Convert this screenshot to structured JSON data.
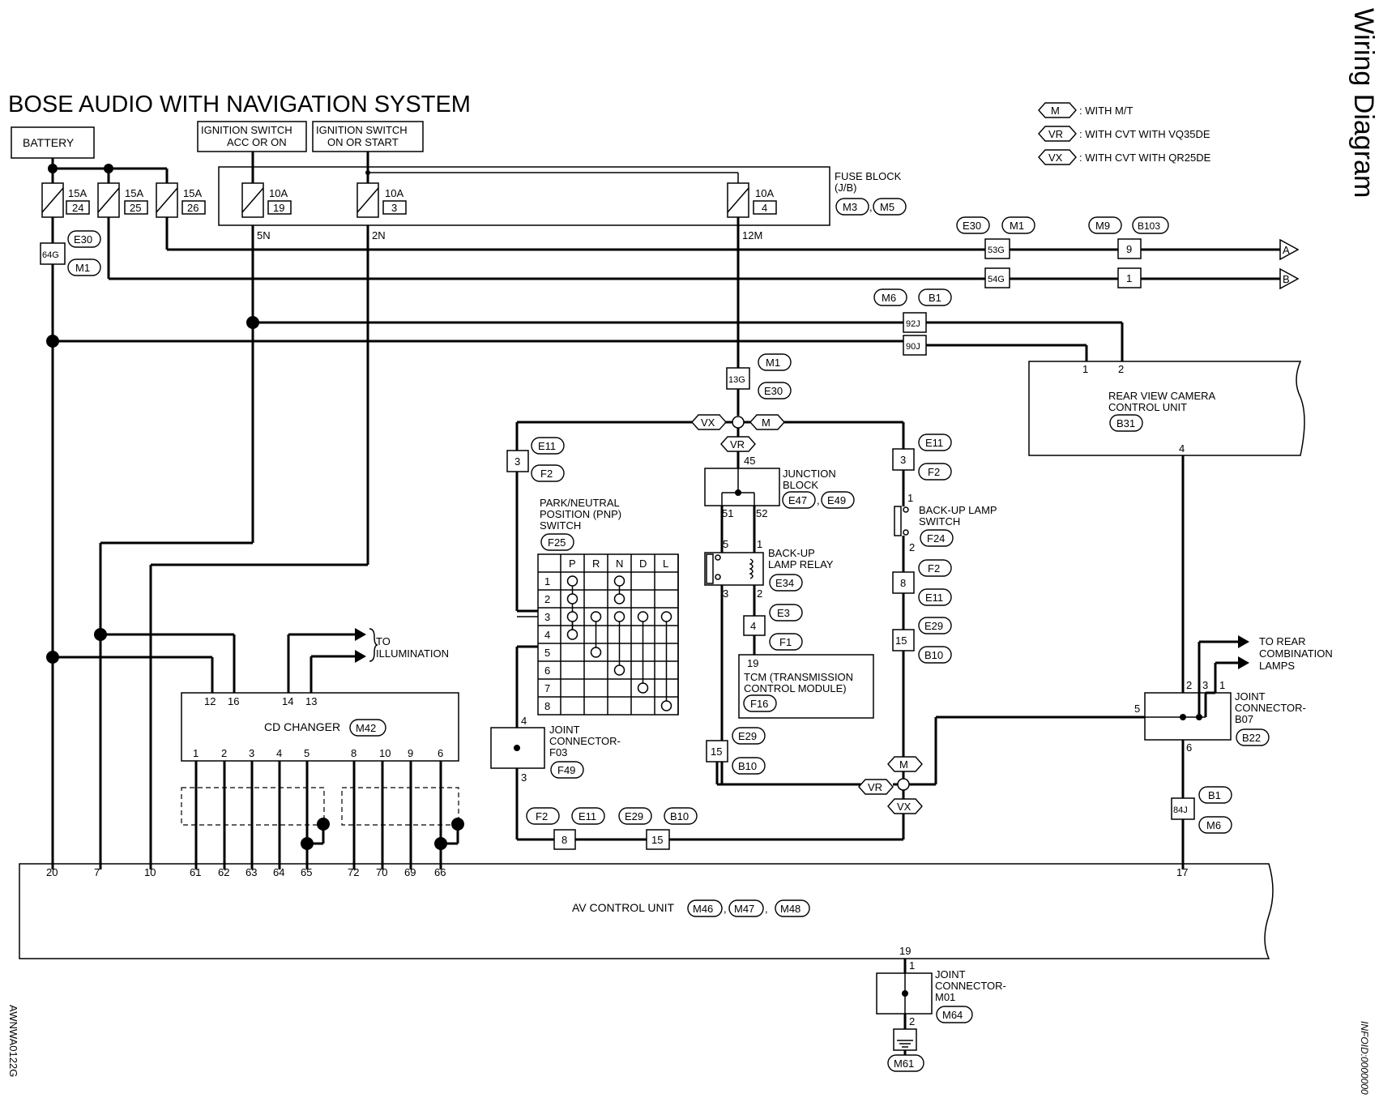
{
  "title": "BOSE AUDIO WITH NAVIGATION SYSTEM",
  "side_title": "Wiring Diagram",
  "figure_code": "AWNWA0122G",
  "info_code": "INFOID:0000000",
  "legend": [
    {
      "tag": "M",
      "text": ": WITH M/T"
    },
    {
      "tag": "VR",
      "text": ": WITH CVT WITH VQ35DE"
    },
    {
      "tag": "VX",
      "text": ": WITH CVT WITH QR25DE"
    }
  ],
  "power": {
    "battery": "BATTERY",
    "ign_acc_1": "IGNITION SWITCH",
    "ign_acc_2": "ACC OR ON",
    "ign_on_1": "IGNITION SWITCH",
    "ign_on_2": "ON OR START"
  },
  "fuses": [
    {
      "amp": "15A",
      "num": "24"
    },
    {
      "amp": "15A",
      "num": "25"
    },
    {
      "amp": "15A",
      "num": "26"
    },
    {
      "amp": "10A",
      "num": "19"
    },
    {
      "amp": "10A",
      "num": "3"
    },
    {
      "amp": "10A",
      "num": "4"
    }
  ],
  "fuse_block": {
    "label1": "FUSE BLOCK",
    "label2": "(J/B)",
    "conn1": "M3",
    "conn2": "M5",
    "pin_5n": "5N",
    "pin_2n": "2N",
    "pin_12m": "12M"
  },
  "connectors": {
    "c64g": "64G",
    "e30": "E30",
    "m1": "M1",
    "c53g": "53G",
    "c54g": "54G",
    "m9": "M9",
    "b103": "B103",
    "p9": "9",
    "p1": "1",
    "arrow_a": "A",
    "arrow_b": "B",
    "m6": "M6",
    "b1": "B1",
    "c92j": "92J",
    "c90j": "90J",
    "c13g": "13G",
    "c84j": "84J",
    "e11": "E11",
    "f2": "F2",
    "e29": "E29",
    "b10": "B10",
    "e3": "E3",
    "f1": "F1",
    "p3": "3",
    "p8": "8",
    "p15": "15",
    "p4": "4"
  },
  "rear_camera": {
    "line1": "REAR VIEW CAMERA",
    "line2": "CONTROL UNIT",
    "conn": "B31",
    "pin1": "1",
    "pin2": "2",
    "pin4": "4"
  },
  "junction_block": {
    "line1": "JUNCTION",
    "line2": "BLOCK",
    "conn1": "E47",
    "conn2": "E49",
    "pin45": "45",
    "pin51": "51",
    "pin52": "52"
  },
  "relay": {
    "line1": "BACK-UP",
    "line2": "LAMP RELAY",
    "conn": "E34",
    "p5": "5",
    "p1": "1",
    "p3": "3",
    "p2": "2"
  },
  "backup_switch": {
    "line1": "BACK-UP LAMP",
    "line2": "SWITCH",
    "conn": "F24",
    "p1": "1",
    "p2": "2"
  },
  "tcm": {
    "line1": "TCM (TRANSMISSION",
    "line2": "CONTROL MODULE)",
    "conn": "F16",
    "pin": "19"
  },
  "pnp": {
    "line1": "PARK/NEUTRAL",
    "line2": "POSITION (PNP)",
    "line3": "SWITCH",
    "conn": "F25",
    "cols": [
      "P",
      "R",
      "N",
      "D",
      "L"
    ],
    "rows": [
      "1",
      "2",
      "3",
      "4",
      "5",
      "6",
      "7",
      "8"
    ]
  },
  "jc_f03": {
    "line1": "JOINT",
    "line2": "CONNECTOR-",
    "line3": "F03",
    "conn": "F49",
    "p4": "4",
    "p3": "3"
  },
  "jc_b07": {
    "line1": "JOINT",
    "line2": "CONNECTOR-",
    "line3": "B07",
    "conn": "B22",
    "p5": "5",
    "p2": "2",
    "p3": "3",
    "p1": "1",
    "p6": "6"
  },
  "jc_m01": {
    "line1": "JOINT",
    "line2": "CONNECTOR-",
    "line3": "M01",
    "conn": "M64",
    "p1": "1",
    "p2": "2",
    "ground": "M61"
  },
  "rear_lamps": {
    "line1": "TO REAR",
    "line2": "COMBINATION",
    "line3": "LAMPS"
  },
  "illumination": {
    "line1": "TO",
    "line2": "ILLUMINATION"
  },
  "cd_changer": {
    "label": "CD CHANGER",
    "conn": "M42",
    "top_pins": [
      "12",
      "16",
      "14",
      "13"
    ],
    "bottom_pins": [
      "1",
      "2",
      "3",
      "4",
      "5",
      "8",
      "10",
      "9",
      "6"
    ]
  },
  "av_unit": {
    "label": "AV CONTROL UNIT",
    "conns": [
      "M46",
      "M47",
      "M48"
    ],
    "pins": [
      "20",
      "7",
      "10",
      "61",
      "62",
      "63",
      "64",
      "65",
      "72",
      "70",
      "69",
      "66",
      "17"
    ],
    "pin19": "19"
  }
}
